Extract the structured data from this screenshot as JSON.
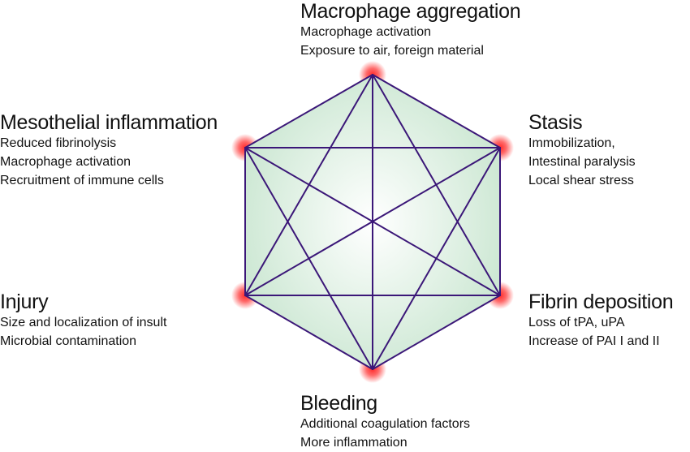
{
  "diagram": {
    "type": "hexagon-complete-graph",
    "colors": {
      "edge": "#3b1778",
      "fill_center": "#ffffff",
      "fill_edge": "#cbe7d2",
      "vertex_glow": "#ff2b2b"
    },
    "nodes": [
      {
        "id": "macrophage-aggregation",
        "position": "top",
        "title": "Macrophage aggregation",
        "lines": [
          "Macrophage activation",
          "Exposure to air, foreign material"
        ]
      },
      {
        "id": "stasis",
        "position": "upper-right",
        "title": "Stasis",
        "lines": [
          "Immobilization,",
          "Intestinal paralysis",
          "Local shear stress"
        ]
      },
      {
        "id": "fibrin-deposition",
        "position": "lower-right",
        "title": "Fibrin deposition",
        "lines": [
          "Loss of tPA, uPA",
          "Increase of PAI I and II"
        ]
      },
      {
        "id": "bleeding",
        "position": "bottom",
        "title": "Bleeding",
        "lines": [
          "Additional coagulation factors",
          "More inflammation"
        ]
      },
      {
        "id": "injury",
        "position": "lower-left",
        "title": "Injury",
        "lines": [
          "Size and localization of insult",
          "Microbial contamination"
        ]
      },
      {
        "id": "mesothelial-inflammation",
        "position": "upper-left",
        "title": "Mesothelial inflammation",
        "lines": [
          "Reduced fibrinolysis",
          "Macrophage activation",
          "Recruitment of immune cells"
        ]
      }
    ],
    "edges": "all-pairs"
  }
}
